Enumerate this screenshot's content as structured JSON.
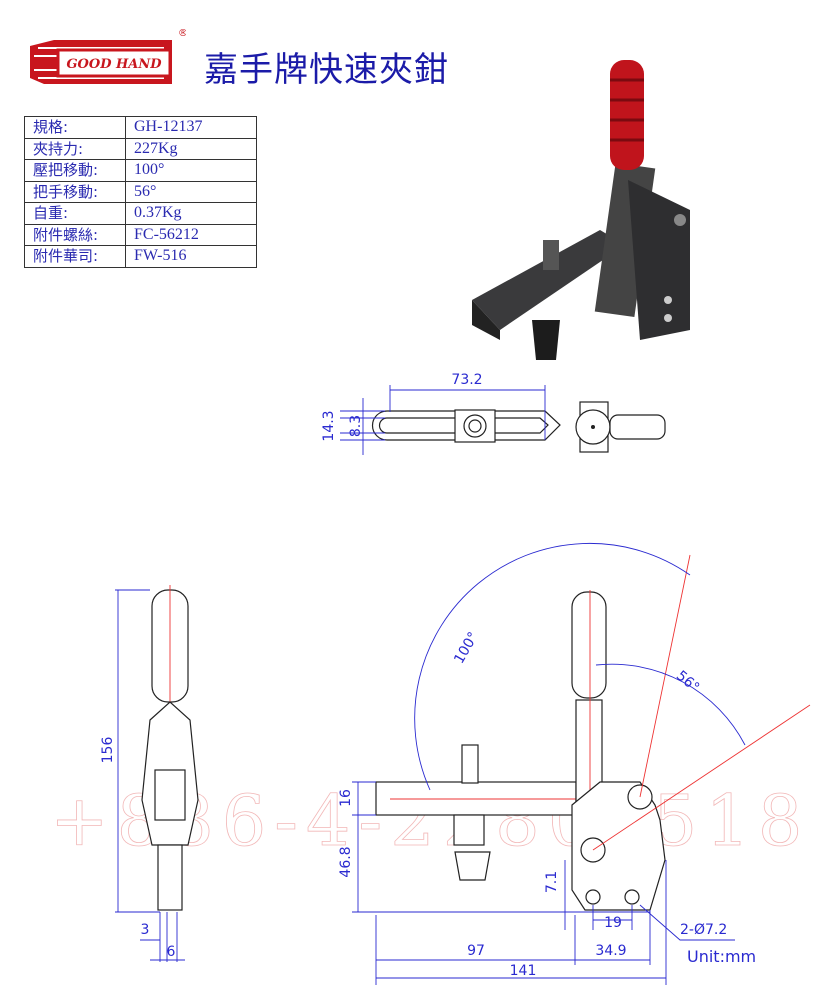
{
  "header": {
    "logo_text": "GOOD HAND",
    "title": "嘉手牌快速夾鉗"
  },
  "spec_table": [
    {
      "label": "規格:",
      "value": "GH-12137"
    },
    {
      "label": "夾持力:",
      "value": "227Kg"
    },
    {
      "label": "壓把移動:",
      "value": "100°"
    },
    {
      "label": "把手移動:",
      "value": "56°"
    },
    {
      "label": "自重:",
      "value": "0.37Kg"
    },
    {
      "label": "附件螺絲:",
      "value": "FC-56212"
    },
    {
      "label": "附件華司:",
      "value": "FW-516"
    }
  ],
  "watermark": "+886-4-22801518",
  "dimensions": {
    "top_length": "73.2",
    "top_height_outer": "14.3",
    "top_height_inner": "8.3",
    "side_height": "156",
    "side_w1": "3",
    "side_w2": "6",
    "arm_thickness": "16",
    "arm_height": "46.8",
    "hole_offset": "7.1",
    "hole_spacing": "19",
    "hole_spec": "2-Ø7.2",
    "reach": "97",
    "base_width": "34.9",
    "total_length": "141",
    "angle_lever": "100°",
    "angle_handle": "56°",
    "unit": "Unit:mm"
  },
  "colors": {
    "title": "#1b1ba8",
    "dimension": "#2a2ad0",
    "handle": "#c0141c",
    "logo": "#c8161e"
  }
}
